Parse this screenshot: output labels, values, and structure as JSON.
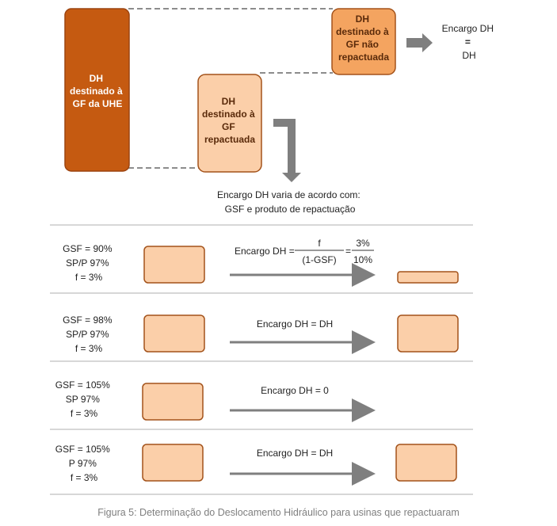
{
  "colors": {
    "uhe_box": "#c55a11",
    "nao_repactuada_box": "#f4a460",
    "repactuada_box": "#fbcfa9",
    "scenario_box": "#fbcfa9",
    "box_border": "#a3521a",
    "arrow": "#7f7f7f",
    "dashed": "#8c8c8c",
    "divider": "#bfbfbf",
    "caption": "#7f7f7f"
  },
  "top": {
    "uhe_box": [
      "DH",
      "destinado à",
      "GF da UHE"
    ],
    "nao_repactuada_box": [
      "DH",
      "destinado à",
      "GF não",
      "repactuada"
    ],
    "repactuada_box": [
      "DH",
      "destinado à",
      "GF",
      "repactuada"
    ],
    "encargo_result": [
      "Encargo DH",
      "=",
      "DH"
    ],
    "note": [
      "Encargo DH varia de acordo com:",
      "GSF e produto de repactuação"
    ]
  },
  "scenarios": [
    {
      "conditions": [
        "GSF = 90%",
        "SP/P 97%",
        "f = 3%"
      ],
      "formula": {
        "lhs": "Encargo DH =",
        "numerator": "f",
        "denominator": "(1-GSF)",
        "eq": "=",
        "num_value": "3%",
        "den_value": "10%"
      }
    },
    {
      "conditions": [
        "GSF = 98%",
        "SP/P 97%",
        "f = 3%"
      ],
      "result": "Encargo DH = DH"
    },
    {
      "conditions": [
        "GSF = 105%",
        "SP 97%",
        "f = 3%"
      ],
      "result": "Encargo DH = 0"
    },
    {
      "conditions": [
        "GSF = 105%",
        "P 97%",
        "f = 3%"
      ],
      "result": "Encargo DH = DH"
    }
  ],
  "caption": "Figura 5: Determinação do Deslocamento Hidráulico para usinas que repactuaram"
}
